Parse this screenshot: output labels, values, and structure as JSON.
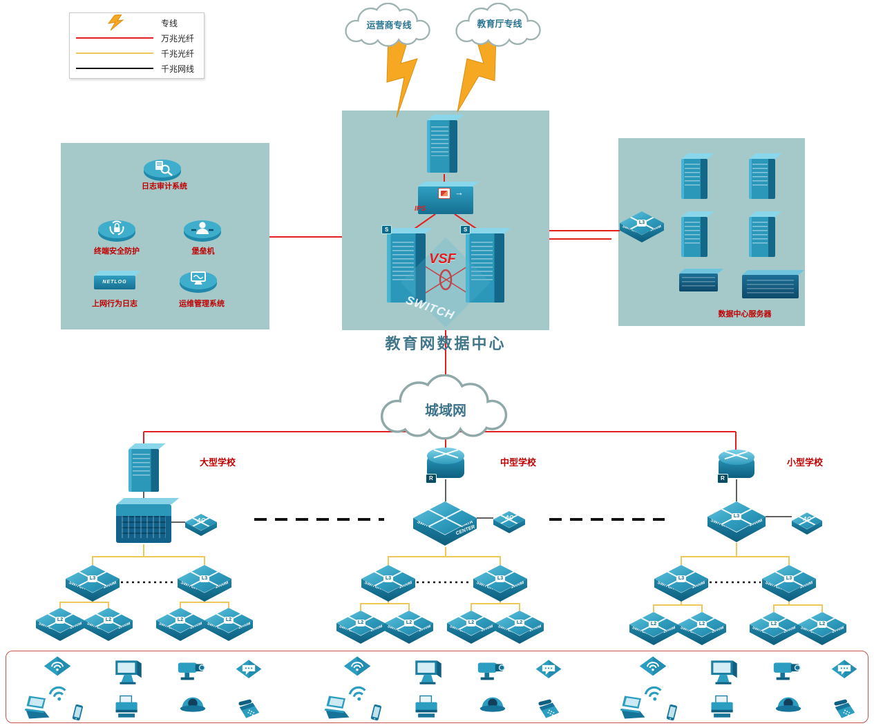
{
  "legend": {
    "items": [
      {
        "label": "专线"
      },
      {
        "label": "万兆光纤"
      },
      {
        "label": "千兆光纤"
      },
      {
        "label": "千兆网线"
      }
    ]
  },
  "clouds": {
    "carrier": "运营商专线",
    "education": "教育厅专线",
    "man": "城域网"
  },
  "datacenter": {
    "title": "教育网数据中心",
    "ips_label": "IPS",
    "vsf_label": "VSF",
    "stack_flag": "S",
    "ghost_switch": "SWITCH",
    "arrow": "→"
  },
  "security_zone": {
    "netlog_device": "NETLOG",
    "items": [
      {
        "label": "日志审计系统"
      },
      {
        "label": "终端安全防护"
      },
      {
        "label": "堡垒机"
      },
      {
        "label": "上网行为日志"
      },
      {
        "label": "运维管理系统"
      }
    ]
  },
  "server_zone": {
    "caption": "数据中心服务器"
  },
  "schools": [
    {
      "name": "大型学校"
    },
    {
      "name": "中型学校",
      "router_badge": "R",
      "core_front_left": "SWITCH",
      "core_front_right": "DATA CENTER"
    },
    {
      "name": "小型学校",
      "router_badge": "R"
    }
  ],
  "labels": {
    "switch": "SWITCH",
    "speed": "1000M",
    "l3": "L3",
    "l2": "L2",
    "ac": "AC"
  },
  "colors": {
    "fiber_10g": "#e41f1f",
    "fiber_1g": "#eec75a",
    "cable_1g": "#111111",
    "device_teal": "#2b98ba",
    "zone_bg": "#a5c9c9"
  }
}
